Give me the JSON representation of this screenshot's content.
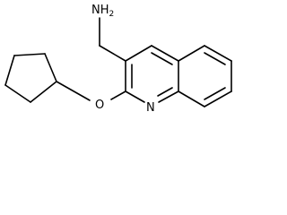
{
  "molecule": {
    "labels": {
      "amine_n": "N",
      "amine_h": "H",
      "amine_h_count": "2",
      "ether_o": "O",
      "ring_n": "N"
    }
  }
}
